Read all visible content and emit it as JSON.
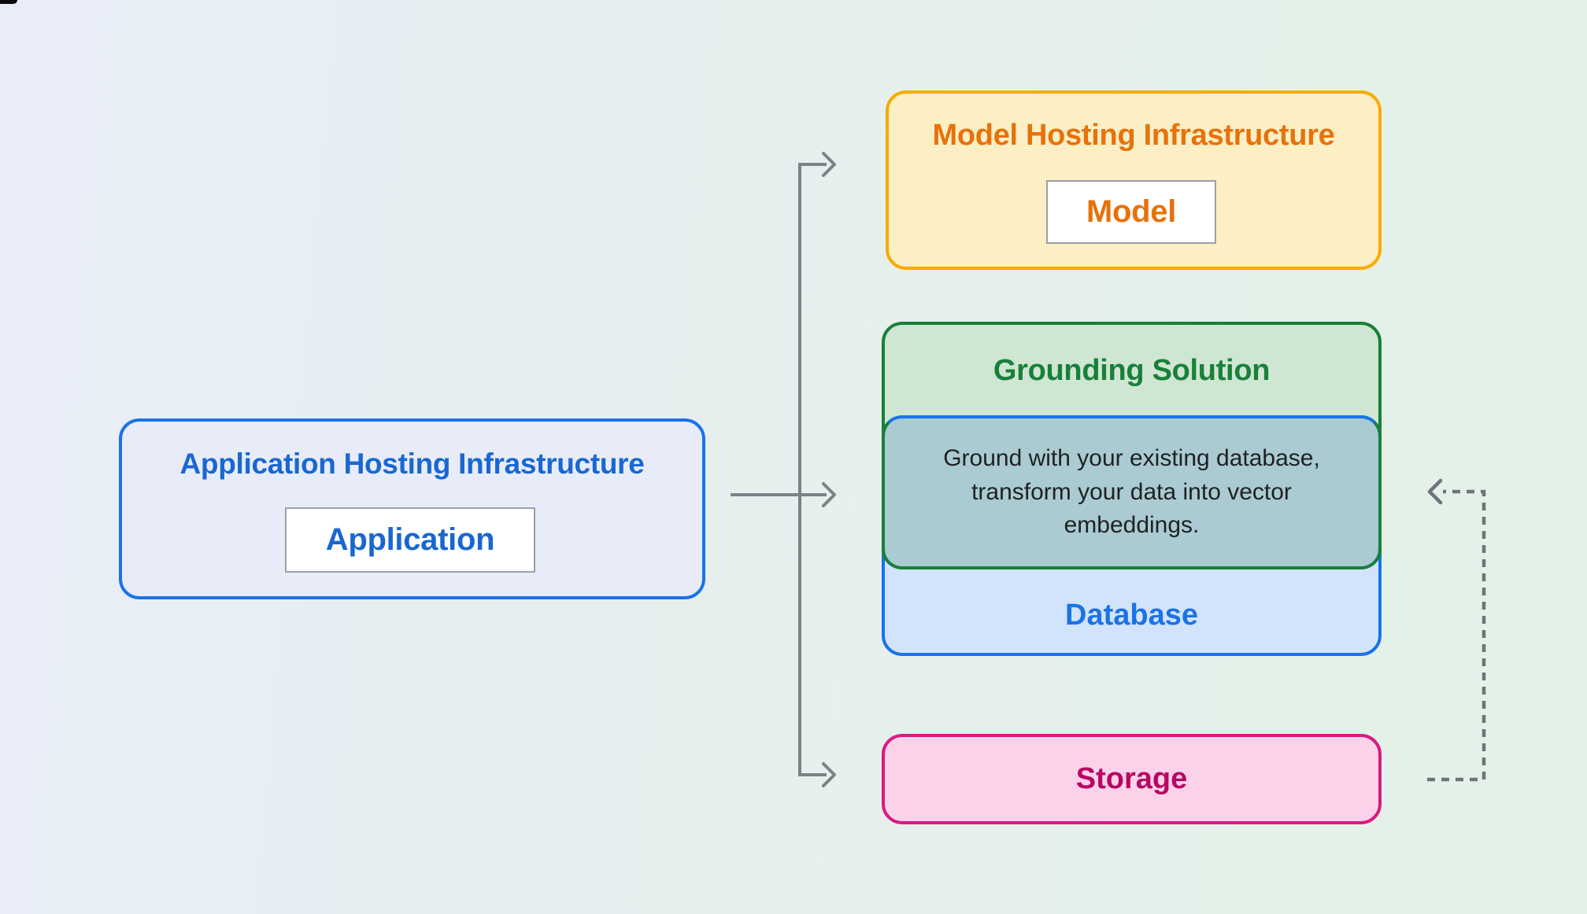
{
  "diagram": {
    "application_hosting": {
      "title": "Application Hosting Infrastructure",
      "inner_label": "Application"
    },
    "model_hosting": {
      "title": "Model Hosting Infrastructure",
      "inner_label": "Model"
    },
    "grounding_solution": {
      "title": "Grounding Solution",
      "description": "Ground with your existing database, transform your data into vector embeddings."
    },
    "database": {
      "label": "Database"
    },
    "storage": {
      "label": "Storage"
    }
  },
  "colors": {
    "background_left": "#e8edf8",
    "background_right": "#e4f1e9",
    "app_border": "#1a73e8",
    "app_fill": "#e7ecf8",
    "app_title_color": "#1967d2",
    "model_border": "#f9ab00",
    "model_fill": "#fdefc4",
    "model_title_color": "#e8710a",
    "grounding_border": "#188038",
    "grounding_fill": "#cfe6d3",
    "grounding_title_color": "#188038",
    "database_border": "#1a73e8",
    "database_fill": "#d2e3fc",
    "database_label_color": "#1a73e8",
    "overlap_fill": "#a9cbd1",
    "overlap_text_color": "#202124",
    "storage_border": "#d81b82",
    "storage_fill": "#fbd2e9",
    "storage_label_color": "#b80662",
    "inner_box_border": "#9aa0a6",
    "arrow_color": "#7d8186",
    "dashed_arrow_color": "#6e7478"
  }
}
